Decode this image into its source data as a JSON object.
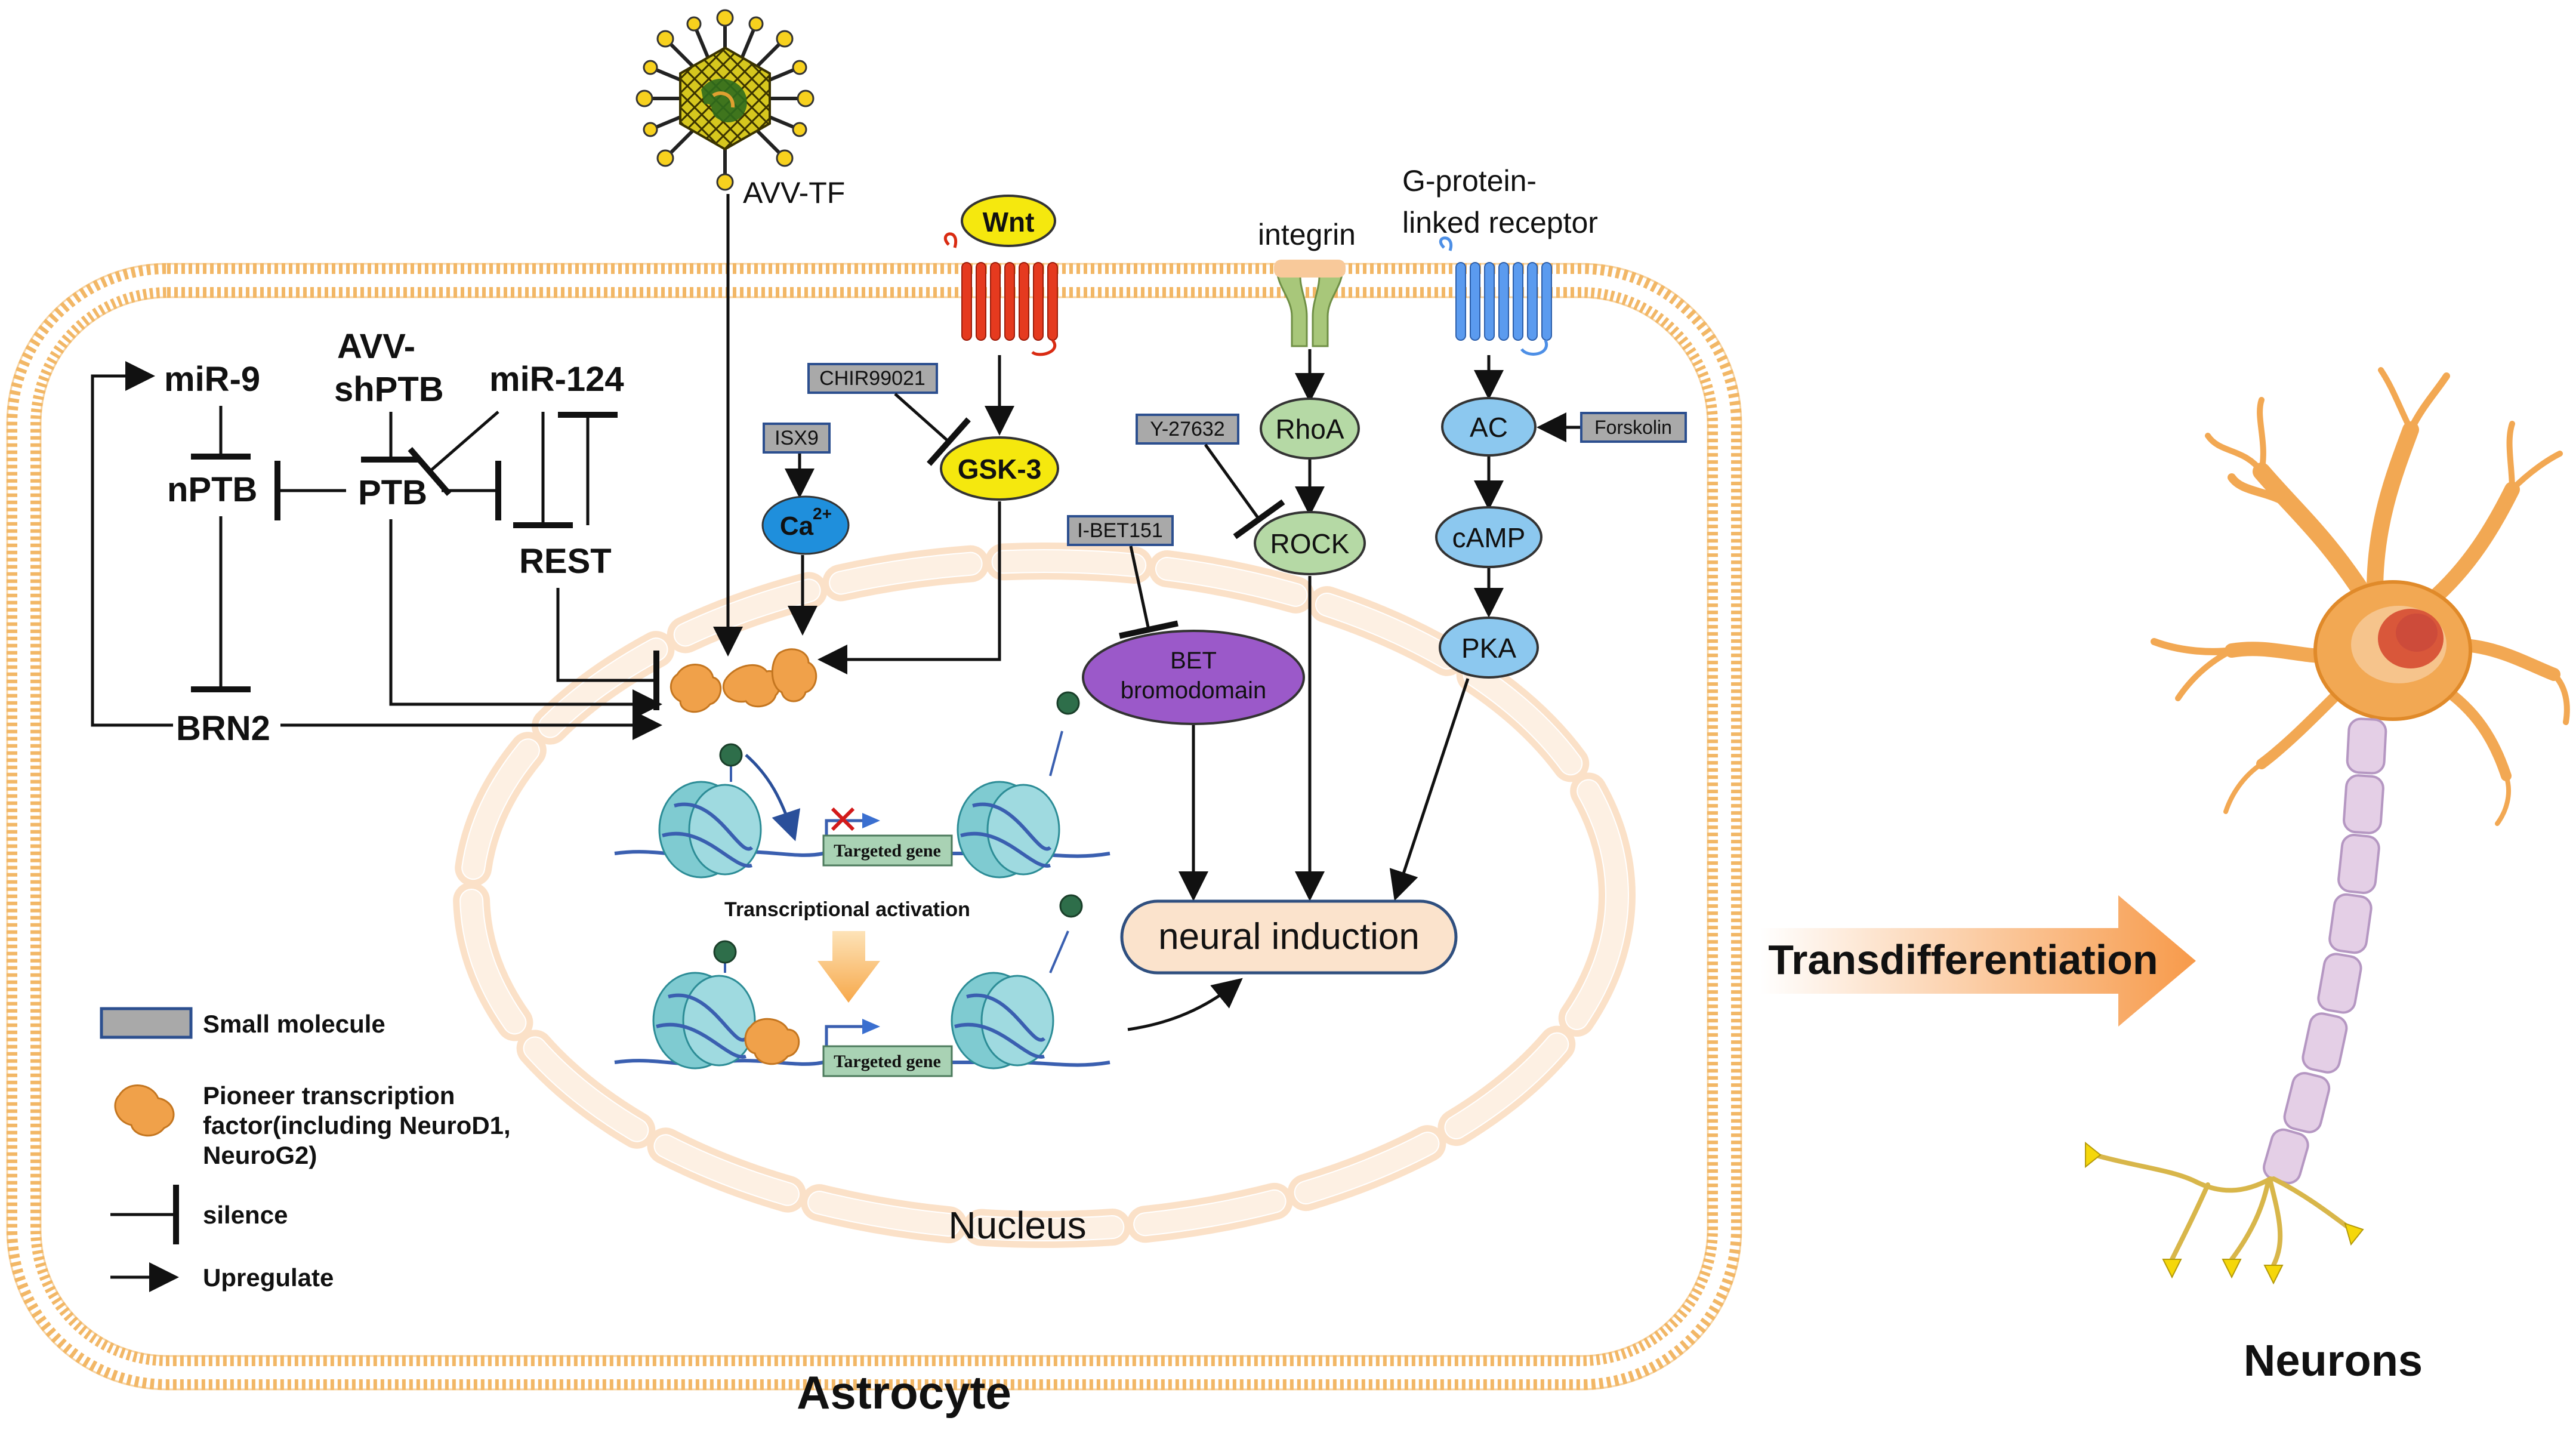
{
  "labels": {
    "virus": "AVV-TF",
    "wnt": "Wnt",
    "integrin": "integrin",
    "gpcr_line1": "G-protein-",
    "gpcr_line2": "linked receptor",
    "mir9": "miR-9",
    "avv_shptb_line1": "AVV-",
    "avv_shptb_line2": "shPTB",
    "mir124": "miR-124",
    "nptb": "nPTB",
    "ptb": "PTB",
    "rest": "REST",
    "brn2": "BRN2",
    "chir": "CHIR99021",
    "isx9": "ISX9",
    "ca": "Ca",
    "ca_sup": "2+",
    "gsk3": "GSK-3",
    "y27632": "Y-27632",
    "rhoa": "RhoA",
    "rock": "ROCK",
    "ibet": "I-BET151",
    "bet_line1": "BET",
    "bet_line2": "bromodomain",
    "ac": "AC",
    "forskolin": "Forskolin",
    "camp": "cAMP",
    "pka": "PKA",
    "targeted_gene_1": "Targeted gene",
    "targeted_gene_2": "Targeted gene",
    "transcriptional_activation": "Transcriptional activation",
    "neural_induction": "neural induction",
    "nucleus": "Nucleus",
    "astrocyte": "Astrocyte",
    "transdifferentiation": "Transdifferentiation",
    "neurons": "Neurons"
  },
  "legend": {
    "small_molecule": "Small molecule",
    "pioneer_line1": "Pioneer transcription",
    "pioneer_line2": "factor(including NeuroD1,",
    "pioneer_line3": "NeuroG2)",
    "silence": "silence",
    "upregulate": "Upregulate"
  },
  "colors": {
    "membrane": "#f2b766",
    "nucleus": "#fbe3cc",
    "wnt_receptor": "#e53a1f",
    "integrin": "#a8c77a",
    "gpcr": "#4d8fe6",
    "yellow_node": "#f5e80e",
    "green_node": "#b5d9a5",
    "blue_node": "#8cc8ef",
    "calcium": "#1f8fdc",
    "bet": "#9b59c9",
    "small_molecule": "#a9a9a9",
    "tf_orange": "#f0a14a",
    "dna": "#3a5fb0",
    "nucleosome": "#7fcbd1",
    "gene_box": "#a9d2b4",
    "arrow_grad": "#f79a4a"
  }
}
